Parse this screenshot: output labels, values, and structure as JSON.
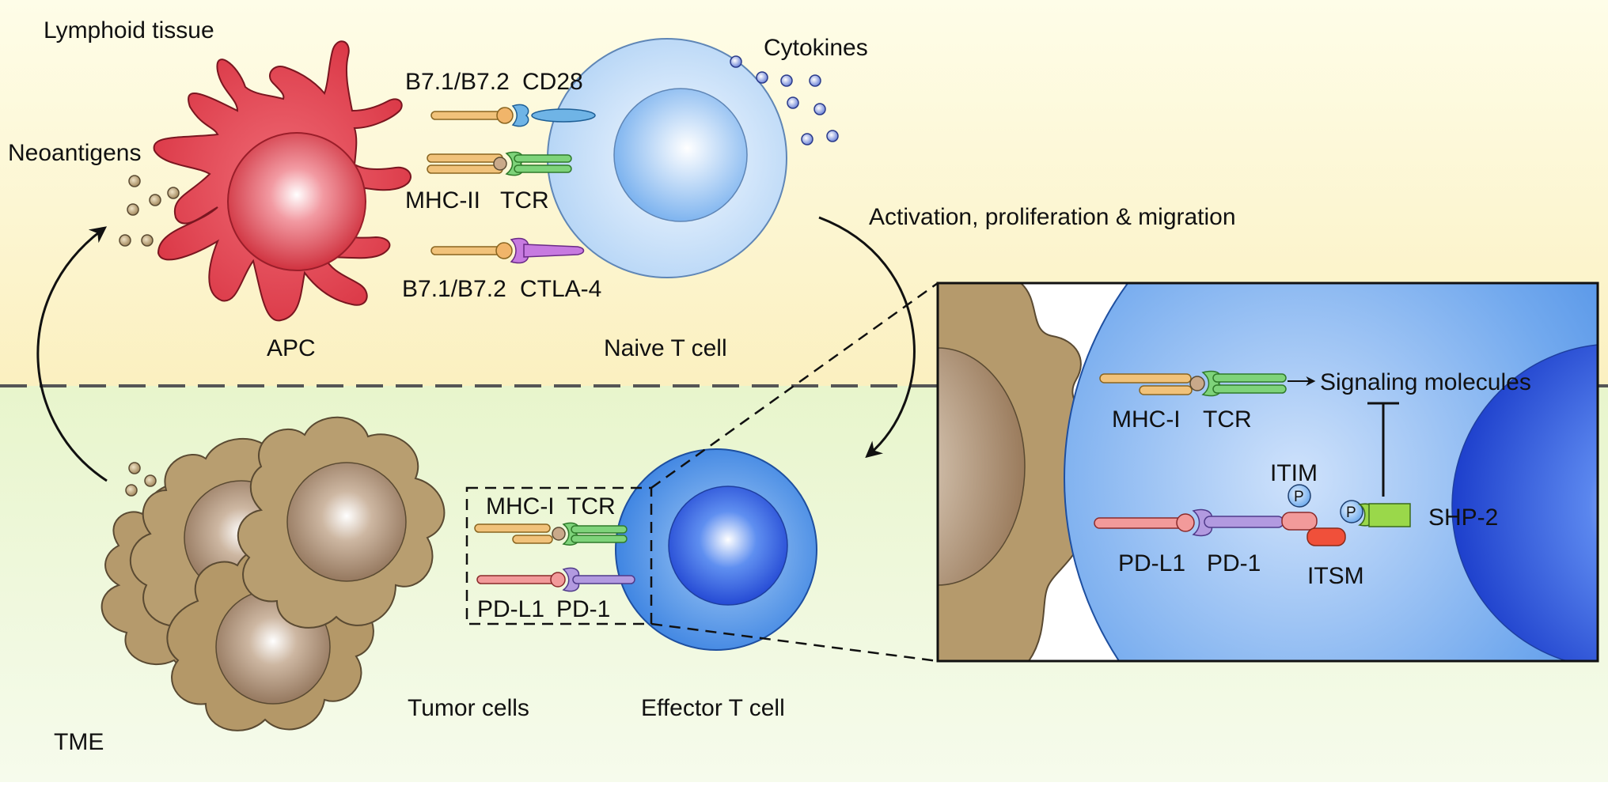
{
  "regions": {
    "top": "Lymphoid tissue",
    "bottom": "TME"
  },
  "labels": {
    "neoantigens": "Neoantigens",
    "cytokines": "Cytokines",
    "apc": "APC",
    "naive_t_cell": "Naive T cell",
    "tumor_cells": "Tumor cells",
    "effector_t_cell": "Effector T cell",
    "activation": "Activation, proliferation & migration"
  },
  "apc_receptors": {
    "b7_top": "B7.1/B7.2",
    "cd28": "CD28",
    "mhc2": "MHC-II",
    "tcr": "TCR",
    "b7_bottom": "B7.1/B7.2",
    "ctla4": "CTLA-4"
  },
  "effector_receptors": {
    "mhc1": "MHC-I",
    "tcr": "TCR",
    "pdl1": "PD-L1",
    "pd1": "PD-1"
  },
  "inset": {
    "mhc1": "MHC-I",
    "tcr": "TCR",
    "signaling": "Signaling molecules",
    "itim": "ITIM",
    "itsm": "ITSM",
    "shp2": "SHP-2",
    "pdl1": "PD-L1",
    "pd1": "PD-1",
    "p": "P"
  },
  "colors": {
    "top_band": "#fbf3c8",
    "bottom_band": "#eef7d6",
    "apc_red": "#d93a4a",
    "t_cell_blue": "#4a86e8",
    "tumor_brown": "#a08a5c",
    "mhc_yellow": "#f0b84a",
    "tcr_green": "#5dc45a",
    "cd28_blue": "#5aa8e0",
    "ctla4_purple": "#c06ad8",
    "pdl1_pink": "#f08a8a",
    "pd1_lavender": "#a58ad8",
    "shp2_green": "#9ad84a",
    "itsm_red": "#f0503a"
  }
}
